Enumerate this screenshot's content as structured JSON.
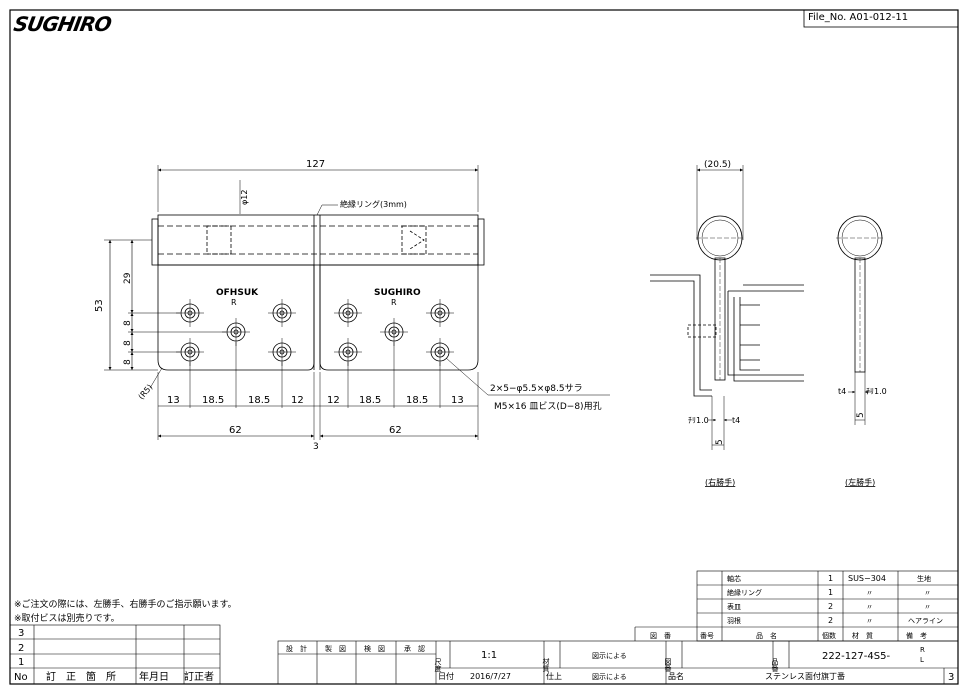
{
  "logo": {
    "text": "SUGHIRO"
  },
  "file_no": "File_No. A01-012-11",
  "front_view": {
    "dim_total_width": "127",
    "dim_pin_dia": "φ12",
    "ring_label": "絶縁リング(3mm)",
    "dim_height": "53",
    "dim_29": "29",
    "dim_8a": "8",
    "dim_8b": "8",
    "dim_8c": "8",
    "dim_r5": "(R5)",
    "dims_left": [
      "13",
      "18.5",
      "18.5",
      "12"
    ],
    "dims_right": [
      "12",
      "18.5",
      "18.5",
      "13"
    ],
    "dim_leaf_left": "62",
    "dim_leaf_right": "62",
    "dim_gap": "3",
    "brand_left": "OFHSUK",
    "brand_left_sub": "R",
    "brand_right": "SUGHIRO",
    "brand_right_sub": "R",
    "hole_note_1": "2×5−φ5.5×φ8.5サラ",
    "hole_note_2": "M5×16 皿ビス(D−8)用孔"
  },
  "side_right": {
    "dim_top": "(20.5)",
    "dim_t1": "ﾁﾘ1.0",
    "dim_t4": "t4",
    "dim_5": "5",
    "caption": "(右勝手)"
  },
  "side_left": {
    "dim_t4": "t4",
    "dim_t1": "ﾁﾘ1.0",
    "dim_5": "5",
    "caption": "(左勝手)"
  },
  "notes": [
    "※ご注文の際には、左勝手、右勝手のご指示願います。",
    "※取付ビスは別売りです。"
  ],
  "parts_table": {
    "rows": [
      {
        "name": "軸芯",
        "qty": "1",
        "material": "SUS−304",
        "remark": "生地"
      },
      {
        "name": "絶縁リング",
        "qty": "1",
        "material": "〃",
        "remark": "〃"
      },
      {
        "name": "表皿",
        "qty": "2",
        "material": "〃",
        "remark": "〃"
      },
      {
        "name": "羽根",
        "qty": "2",
        "material": "〃",
        "remark": "ヘアライン"
      }
    ],
    "header": {
      "zuban": "図　番",
      "bango": "番号",
      "hinmei": "品　名",
      "kosu": "個数",
      "zaishitsu": "材　質",
      "biko": "備　考"
    }
  },
  "revision_table": {
    "numbers": [
      "3",
      "2",
      "1"
    ],
    "header": {
      "no": "No",
      "place": "訂　正　箇　所",
      "date": "年月日",
      "who": "訂正者"
    }
  },
  "title_block": {
    "roles": [
      "設　計",
      "製　図",
      "検　図",
      "承　認"
    ],
    "scale_label": "尺度",
    "scale_value": "1:1",
    "material_label": "材質",
    "material_value": "図示による",
    "drawing_no_label": "図番",
    "product_no_label": "品番",
    "product_no_value": "222-127-4S5-",
    "product_no_r": "R",
    "product_no_l": "L",
    "date_label": "日付",
    "date_value": "2016/7/27",
    "finish_label": "仕上",
    "finish_value": "図示による",
    "name_label": "品名",
    "name_value": "ステンレス面付旗丁番",
    "sheet": "3"
  }
}
